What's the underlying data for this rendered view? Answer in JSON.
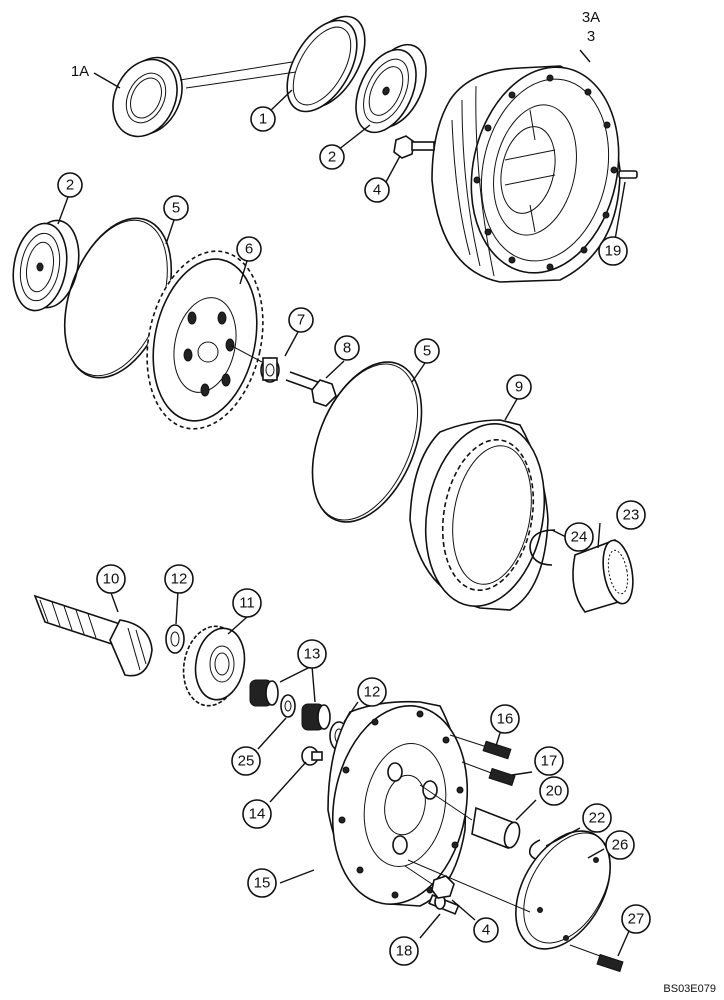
{
  "callouts": {
    "c1": "1",
    "c1a": "1A",
    "c2a": "2",
    "c2b": "2",
    "c3": "3",
    "c3a": "3A",
    "c4a": "4",
    "c4b": "4",
    "c5a": "5",
    "c5b": "5",
    "c6": "6",
    "c7": "7",
    "c8": "8",
    "c9": "9",
    "c10": "10",
    "c11": "11",
    "c12a": "12",
    "c12b": "12",
    "c13": "13",
    "c14": "14",
    "c15": "15",
    "c16": "16",
    "c17": "17",
    "c18": "18",
    "c19": "19",
    "c20": "20",
    "c22": "22",
    "c23": "23",
    "c24": "24",
    "c25": "25",
    "c26": "26",
    "c27": "27"
  },
  "reference_code": "BS03E079"
}
